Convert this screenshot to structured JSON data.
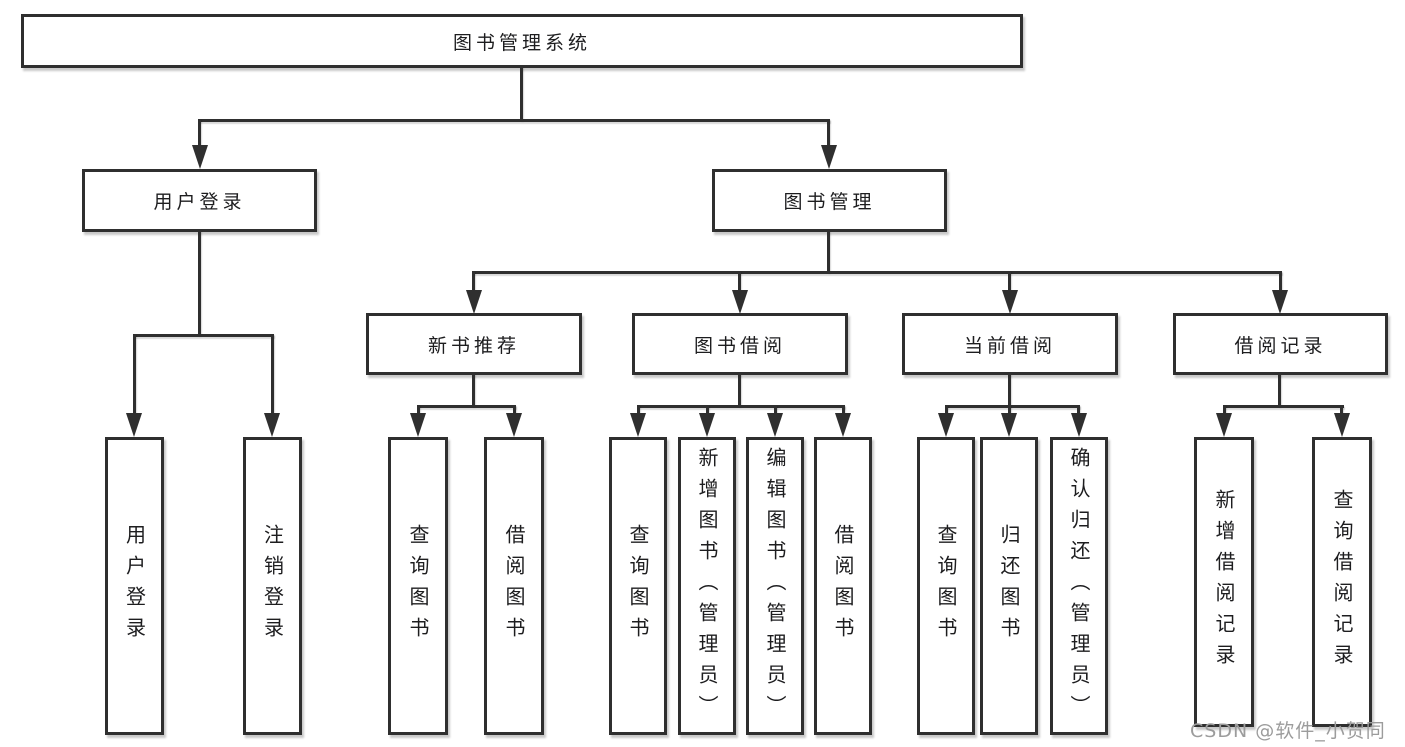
{
  "colors": {
    "background": "#ffffff",
    "line": "#2f2f2f",
    "text": "#1d1d1f",
    "watermark": "#9c9c9c"
  },
  "tree": {
    "root": {
      "label": "图书管理系统"
    },
    "children": [
      {
        "label": "用户登录",
        "children": [
          {
            "label": "用户登录"
          },
          {
            "label": "注销登录"
          }
        ]
      },
      {
        "label": "图书管理",
        "children": [
          {
            "label": "新书推荐",
            "children": [
              {
                "label": "查询图书"
              },
              {
                "label": "借阅图书"
              }
            ]
          },
          {
            "label": "图书借阅",
            "children": [
              {
                "label": "查询图书"
              },
              {
                "label": "新增图书（管理员）"
              },
              {
                "label": "编辑图书（管理员）"
              },
              {
                "label": "借阅图书"
              }
            ]
          },
          {
            "label": "当前借阅",
            "children": [
              {
                "label": "查询图书"
              },
              {
                "label": "归还图书"
              },
              {
                "label": "确认归还（管理员）"
              }
            ]
          },
          {
            "label": "借阅记录",
            "children": [
              {
                "label": "新增借阅记录"
              },
              {
                "label": "查询借阅记录"
              }
            ]
          }
        ]
      }
    ]
  },
  "watermark": "CSDN @软件_小贺同学"
}
